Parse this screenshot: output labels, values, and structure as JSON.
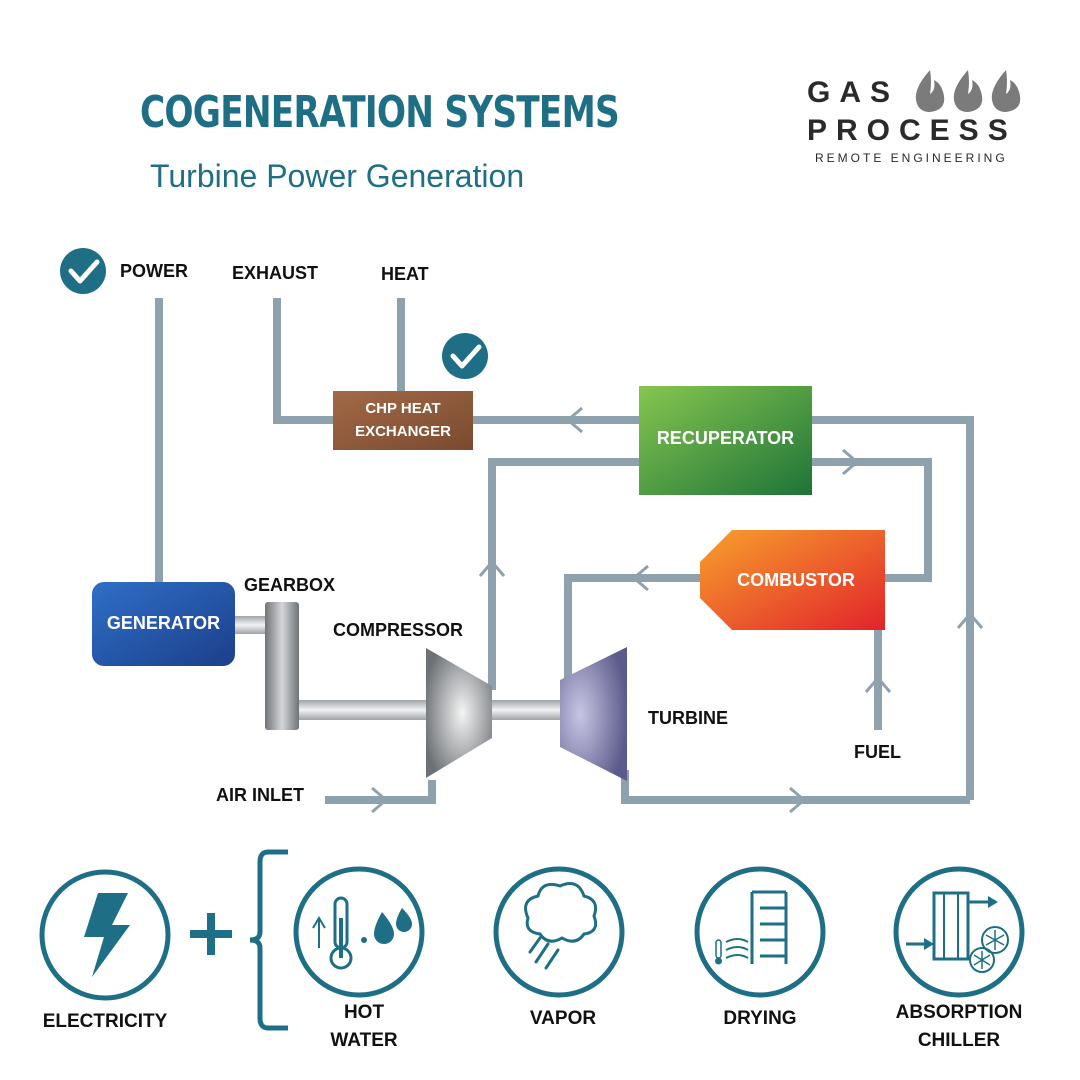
{
  "header": {
    "title": "COGENERATION SYSTEMS",
    "subtitle": "Turbine Power Generation"
  },
  "logo": {
    "line1": "GAS",
    "line2": "PROCESS",
    "line3": "REMOTE ENGINEERING",
    "icons": [
      "flame-icon",
      "flame-icon",
      "flame-icon"
    ]
  },
  "diagram": {
    "labels": {
      "power": "POWER",
      "exhaust": "EXHAUST",
      "heat": "HEAT",
      "gearbox": "GEARBOX",
      "compressor": "COMPRESSOR",
      "turbine": "TURBINE",
      "fuel": "FUEL",
      "air_inlet": "AIR INLET"
    },
    "boxes": {
      "chp_line1": "CHP HEAT",
      "chp_line2": "EXCHANGER",
      "recuperator": "RECUPERATOR",
      "combustor": "COMBUSTOR",
      "generator": "GENERATOR"
    },
    "colors": {
      "pipe": "#8fa1ad",
      "accent": "#1e6f86",
      "chp": "#8c5a3c",
      "generator": "#2456a8",
      "recuperator_light": "#7cc04a",
      "recuperator_dark": "#1f7a3a",
      "combustor_light": "#f59a2a",
      "combustor_dark": "#e4262a"
    }
  },
  "outputs": {
    "electricity": "ELECTRICITY",
    "plus": "+",
    "hot_water": "HOT\nWATER",
    "vapor": "VAPOR",
    "drying": "DRYING",
    "absorption_chiller": "ABSORPTION\nCHILLER"
  }
}
